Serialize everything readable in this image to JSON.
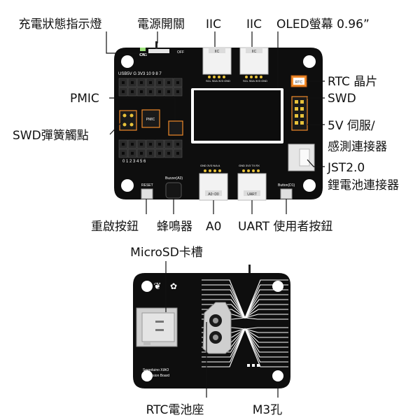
{
  "labels": {
    "charge_led": "充電狀態指示燈",
    "power_switch": "電源開關",
    "iic_1": "IIC",
    "iic_2": "IIC",
    "oled": "OLED螢幕 0.96”",
    "rtc_chip": "RTC 晶片",
    "pmic": "PMIC",
    "swd": "SWD",
    "servo_1": "5V 伺服/",
    "servo_2": "感測連接器",
    "swd_pogo": "SWD彈簧觸點",
    "jst_1": "JST2.0",
    "jst_2": "鋰電池連接器",
    "reset_btn": "重啟按鈕",
    "buzzer": "蜂鳴器",
    "a0": "A0",
    "uart_user_btn": "UART 使用者按鈕",
    "microsd": "MicroSD卡槽",
    "rtc_battery": "RTC電池座",
    "m3_hole": "M3孔"
  },
  "silk": {
    "charge": "CHG",
    "on": "ON",
    "off": "OFF",
    "pin_row": "USB5V  G  3V3  10  9  8  7",
    "pin_row_bottom": "0   1   2   3   4   5   6",
    "iic_tag": "IIC",
    "iic_pins": "SCL SDA 3V3 GND",
    "rtc_tag": "RTC",
    "pmic_tag": "PMIC",
    "reset": "RESET",
    "buzzer": "Buzzer(A3)",
    "button": "Button(D1)",
    "a0_pins": "GND 3V3 N/A A",
    "a0_tag": "A0~D0",
    "uart_pins": "GND 3V3 TX RX",
    "uart_tag": "UART",
    "back_1": "Seeeduino XIAO",
    "back_2": "Expansion Board"
  }
}
